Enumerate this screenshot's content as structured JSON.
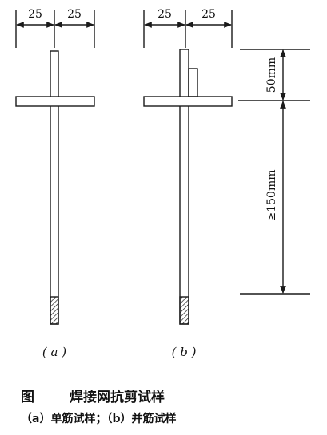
{
  "dimensions": {
    "a_left_width": "25",
    "a_right_width": "25",
    "b_left_width": "25",
    "b_right_width": "25",
    "top_length": "50mm",
    "bottom_length": "≥150mm"
  },
  "labels": {
    "a": "( a )",
    "b": "( b )"
  },
  "caption": {
    "figure_word": "图",
    "title": "焊接网抗剪试样",
    "subtitle": "（a）单筋试样；（b）并筋试样"
  },
  "colors": {
    "line": "#1a1a1a",
    "background": "#ffffff"
  }
}
